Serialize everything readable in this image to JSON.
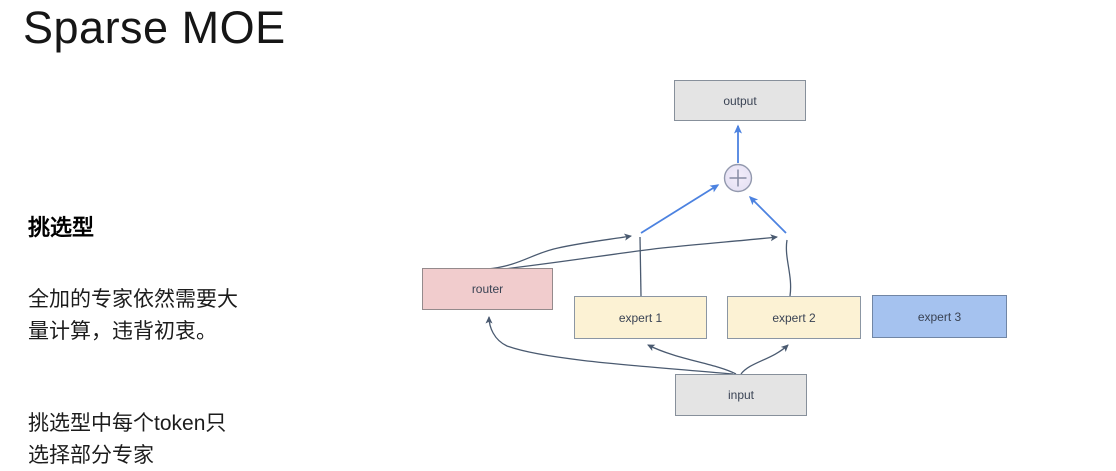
{
  "slide": {
    "title": "Sparse MOE",
    "left_panel": {
      "heading": "挑选型",
      "paragraphs": [
        {
          "lines": [
            "全加的专家依然需要大",
            "量计算，违背初衷。"
          ]
        },
        {
          "lines": [
            "挑选型中每个token只",
            "选择部分专家"
          ]
        }
      ]
    }
  },
  "diagram": {
    "nodes": {
      "output": {
        "label": "output",
        "fill": "#e4e4e4"
      },
      "sum": {
        "icon": "plus-icon",
        "symbol": "+",
        "fill": "#ece9f7"
      },
      "router": {
        "label": "router",
        "fill": "#f1cccd"
      },
      "expert1": {
        "label": "expert 1",
        "fill": "#fcf2d4"
      },
      "expert2": {
        "label": "expert 2",
        "fill": "#fcf2d4"
      },
      "expert3": {
        "label": "expert 3",
        "fill": "#a5c2ef"
      },
      "input": {
        "label": "input",
        "fill": "#e4e4e4"
      }
    },
    "edges": [
      {
        "from": "input",
        "to": "router",
        "style": "dark-arrow"
      },
      {
        "from": "input",
        "to": "expert1",
        "style": "dark-arrow"
      },
      {
        "from": "input",
        "to": "expert2",
        "style": "dark-arrow"
      },
      {
        "from": "router",
        "to": "gate-expert1",
        "style": "dark-arrow"
      },
      {
        "from": "router",
        "to": "gate-expert2",
        "style": "dark-arrow"
      },
      {
        "from": "expert1",
        "to": "gate-expert1",
        "style": "dark-line"
      },
      {
        "from": "expert2",
        "to": "gate-expert2",
        "style": "dark-line"
      },
      {
        "from": "gate-expert1",
        "to": "sum",
        "style": "blue-arrow"
      },
      {
        "from": "gate-expert2",
        "to": "sum",
        "style": "blue-arrow"
      },
      {
        "from": "sum",
        "to": "output",
        "style": "blue-arrow"
      }
    ],
    "colors": {
      "edge_dark": "#4a5a70",
      "edge_blue": "#4c82e0",
      "node_border_gray": "#87909b"
    }
  }
}
